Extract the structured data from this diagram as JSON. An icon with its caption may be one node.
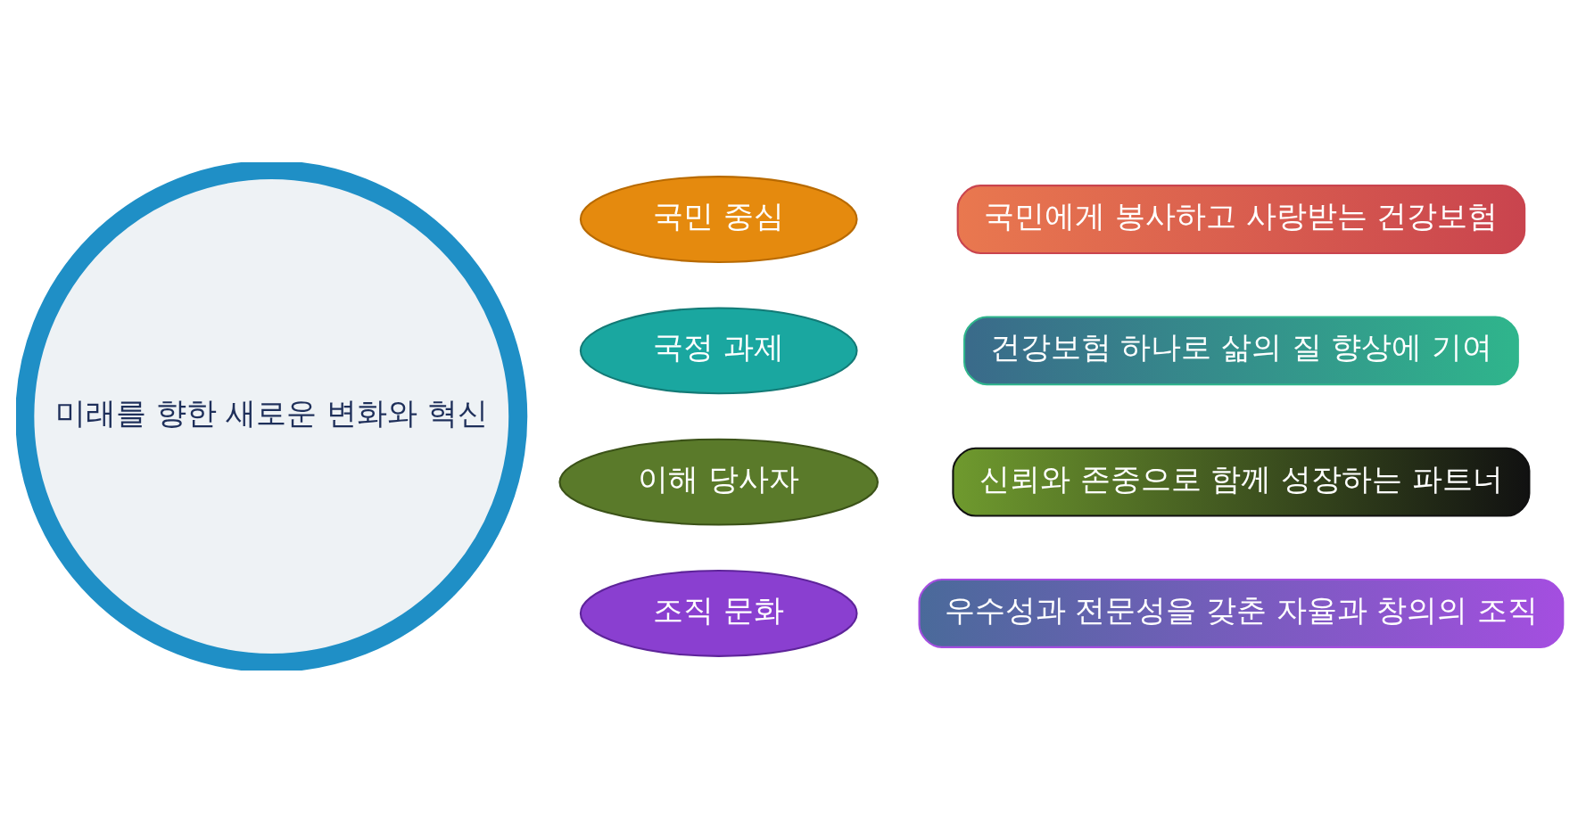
{
  "diagram": {
    "nodes": [
      {
        "text": [
          "미래를 향한 새로운 변화와 혁신"
        ]
      },
      {
        "text": [
          "국민 중심"
        ]
      },
      {
        "text": [
          "국민에게 봉사하고 사랑받는 건강보험"
        ]
      },
      {
        "text": [
          "국정 과제"
        ]
      },
      {
        "text": [
          "건강보험 하나로 삶의 질 향상에 기여"
        ]
      },
      {
        "text": [
          "이해 당사자"
        ]
      },
      {
        "text": [
          "신뢰와 존중으로 함께 성장하는 파트너"
        ]
      },
      {
        "text": [
          "조직 문화"
        ]
      },
      {
        "text": [
          "우수성과 전문성을 갖춘 자율과 창의의 조직"
        ]
      }
    ],
    "edges": []
  }
}
